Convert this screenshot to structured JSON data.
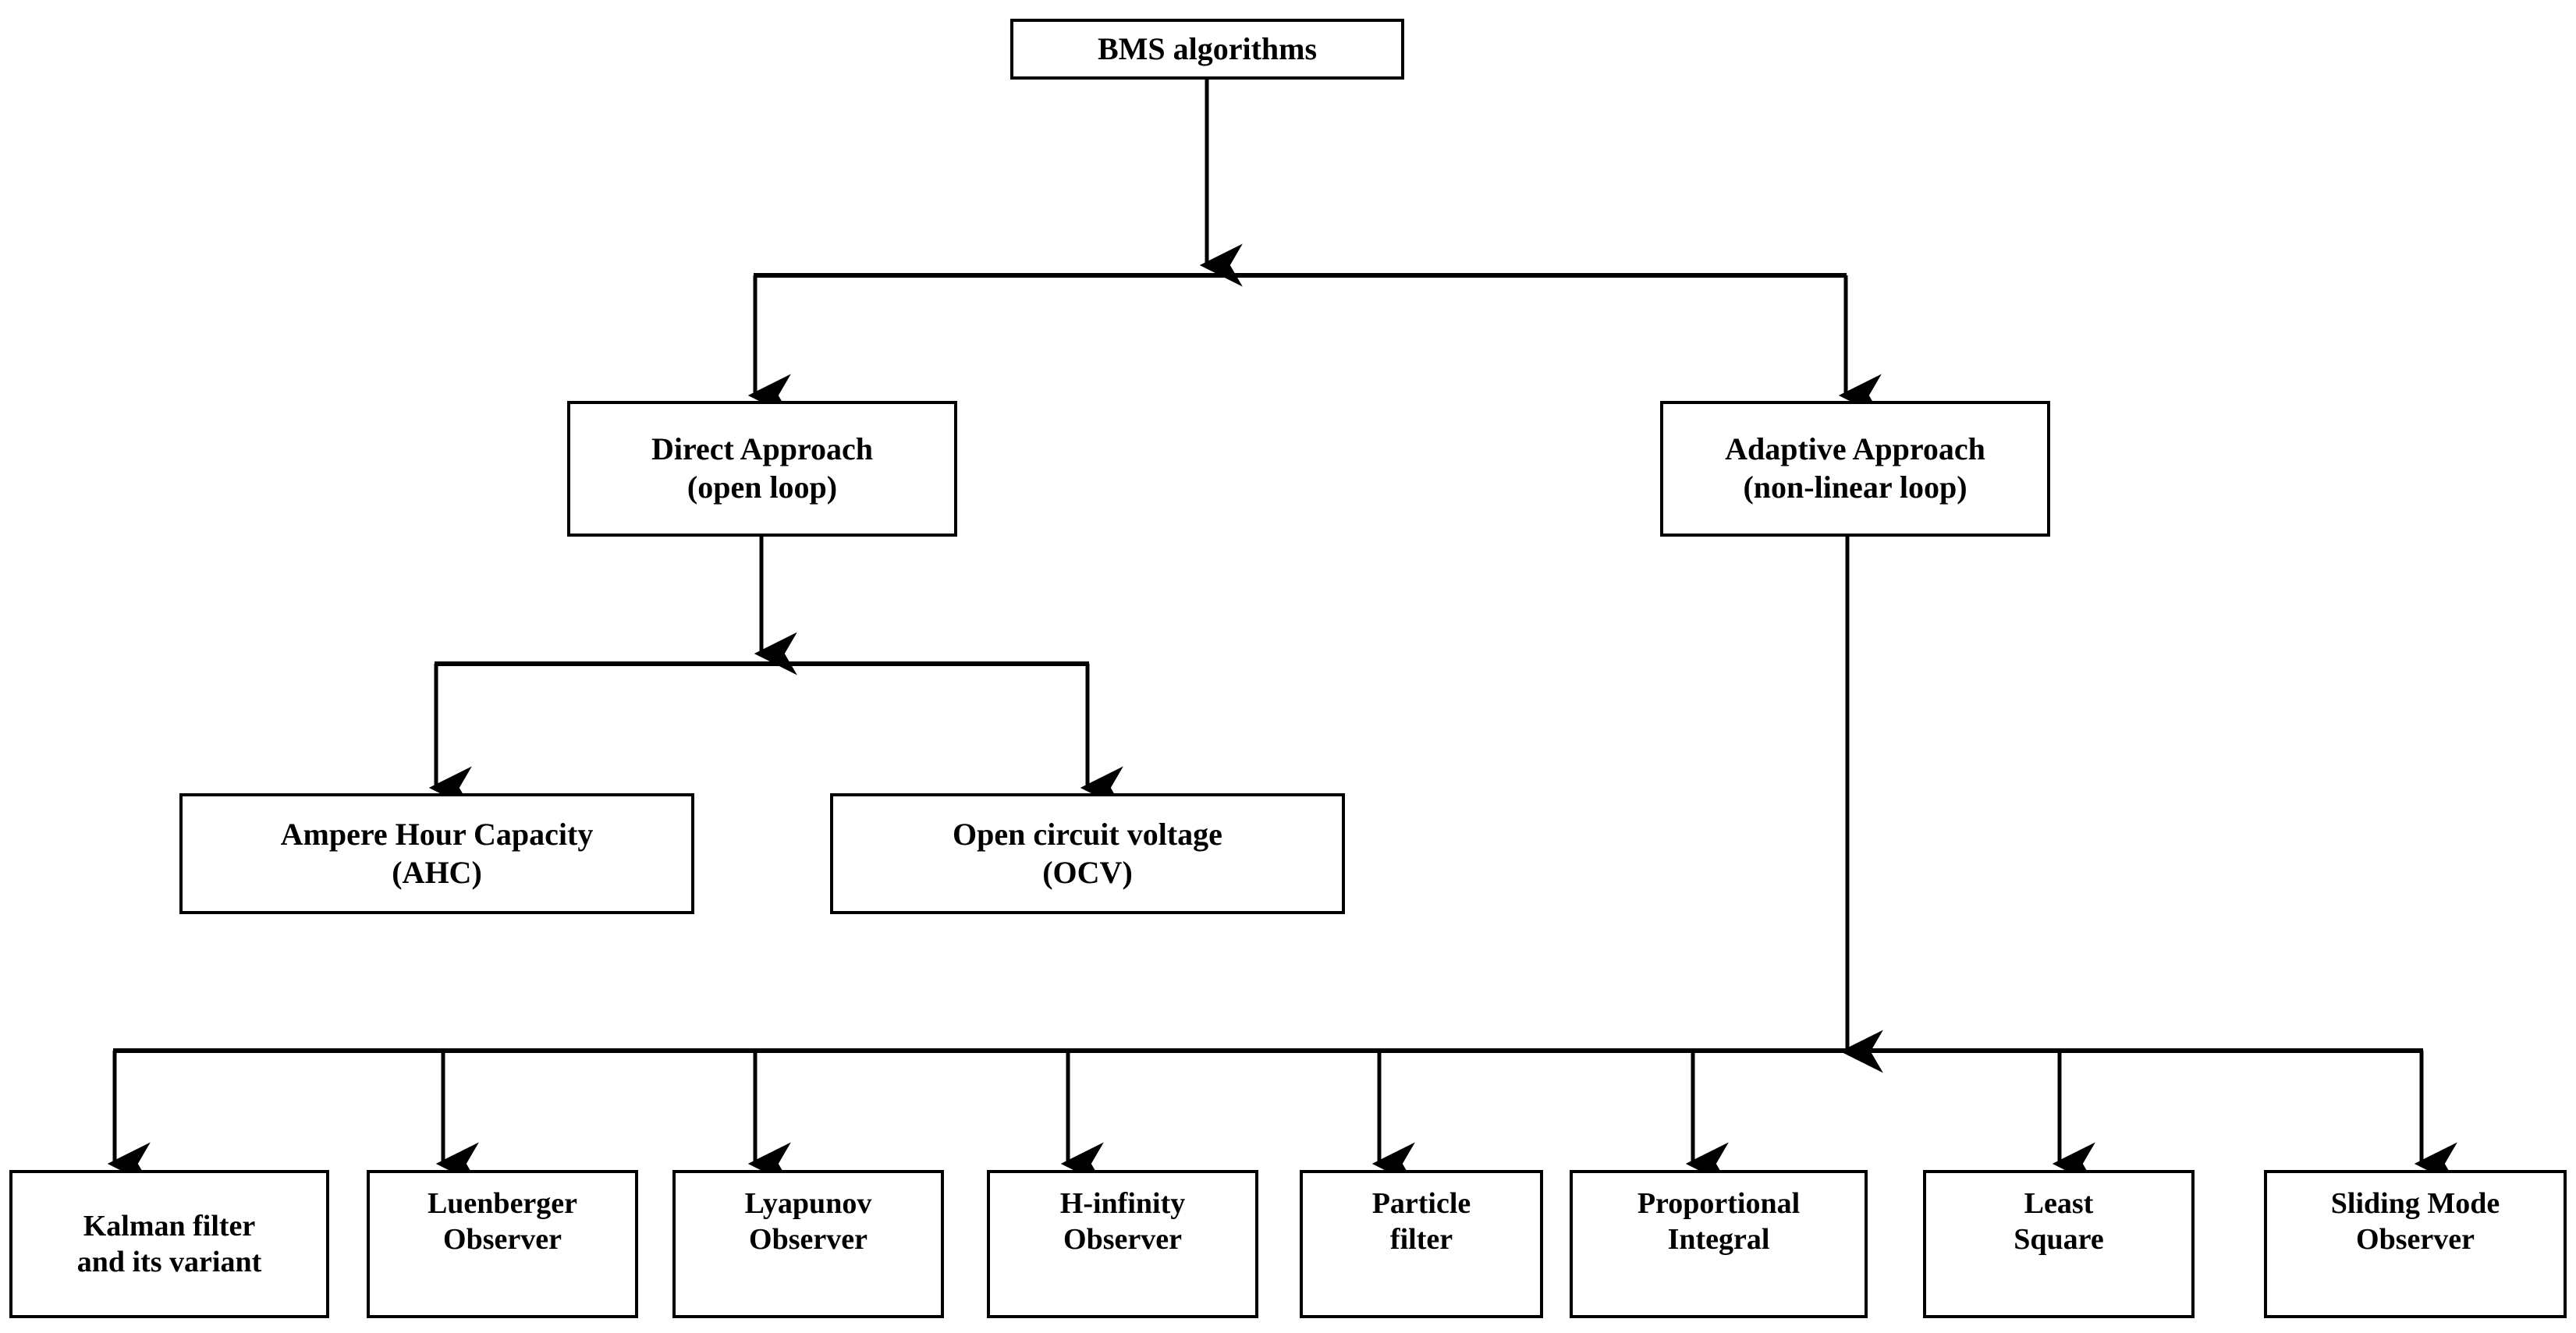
{
  "diagram": {
    "title_node": {
      "name": "bms-algorithms",
      "lines": [
        "BMS algorithms"
      ]
    },
    "level2": [
      {
        "name": "direct-approach",
        "lines": [
          "Direct Approach",
          "(open loop)"
        ]
      },
      {
        "name": "adaptive-approach",
        "lines": [
          "Adaptive Approach",
          "(non-linear loop)"
        ]
      }
    ],
    "direct_children": [
      {
        "name": "ampere-hour-capacity",
        "lines": [
          "Ampere Hour Capacity",
          "(AHC)"
        ]
      },
      {
        "name": "open-circuit-voltage",
        "lines": [
          "Open circuit voltage",
          "(OCV)"
        ]
      }
    ],
    "adaptive_children": [
      {
        "name": "kalman-filter",
        "lines": [
          "Kalman filter",
          "and its variant"
        ]
      },
      {
        "name": "luenberger-observer",
        "lines": [
          "Luenberger",
          "Observer"
        ]
      },
      {
        "name": "lyapunov-observer",
        "lines": [
          "Lyapunov",
          "Observer"
        ]
      },
      {
        "name": "h-infinity-observer",
        "lines": [
          "H-infinity",
          "Observer"
        ]
      },
      {
        "name": "particle-filter",
        "lines": [
          "Particle",
          "filter"
        ]
      },
      {
        "name": "proportional-integral",
        "lines": [
          "Proportional",
          "Integral"
        ]
      },
      {
        "name": "least-square",
        "lines": [
          "Least",
          "Square"
        ]
      },
      {
        "name": "sliding-mode-observer",
        "lines": [
          "Sliding Mode",
          "Observer"
        ]
      }
    ],
    "colors": {
      "stroke": "#000000",
      "fill": "#ffffff",
      "text": "#000000"
    }
  }
}
